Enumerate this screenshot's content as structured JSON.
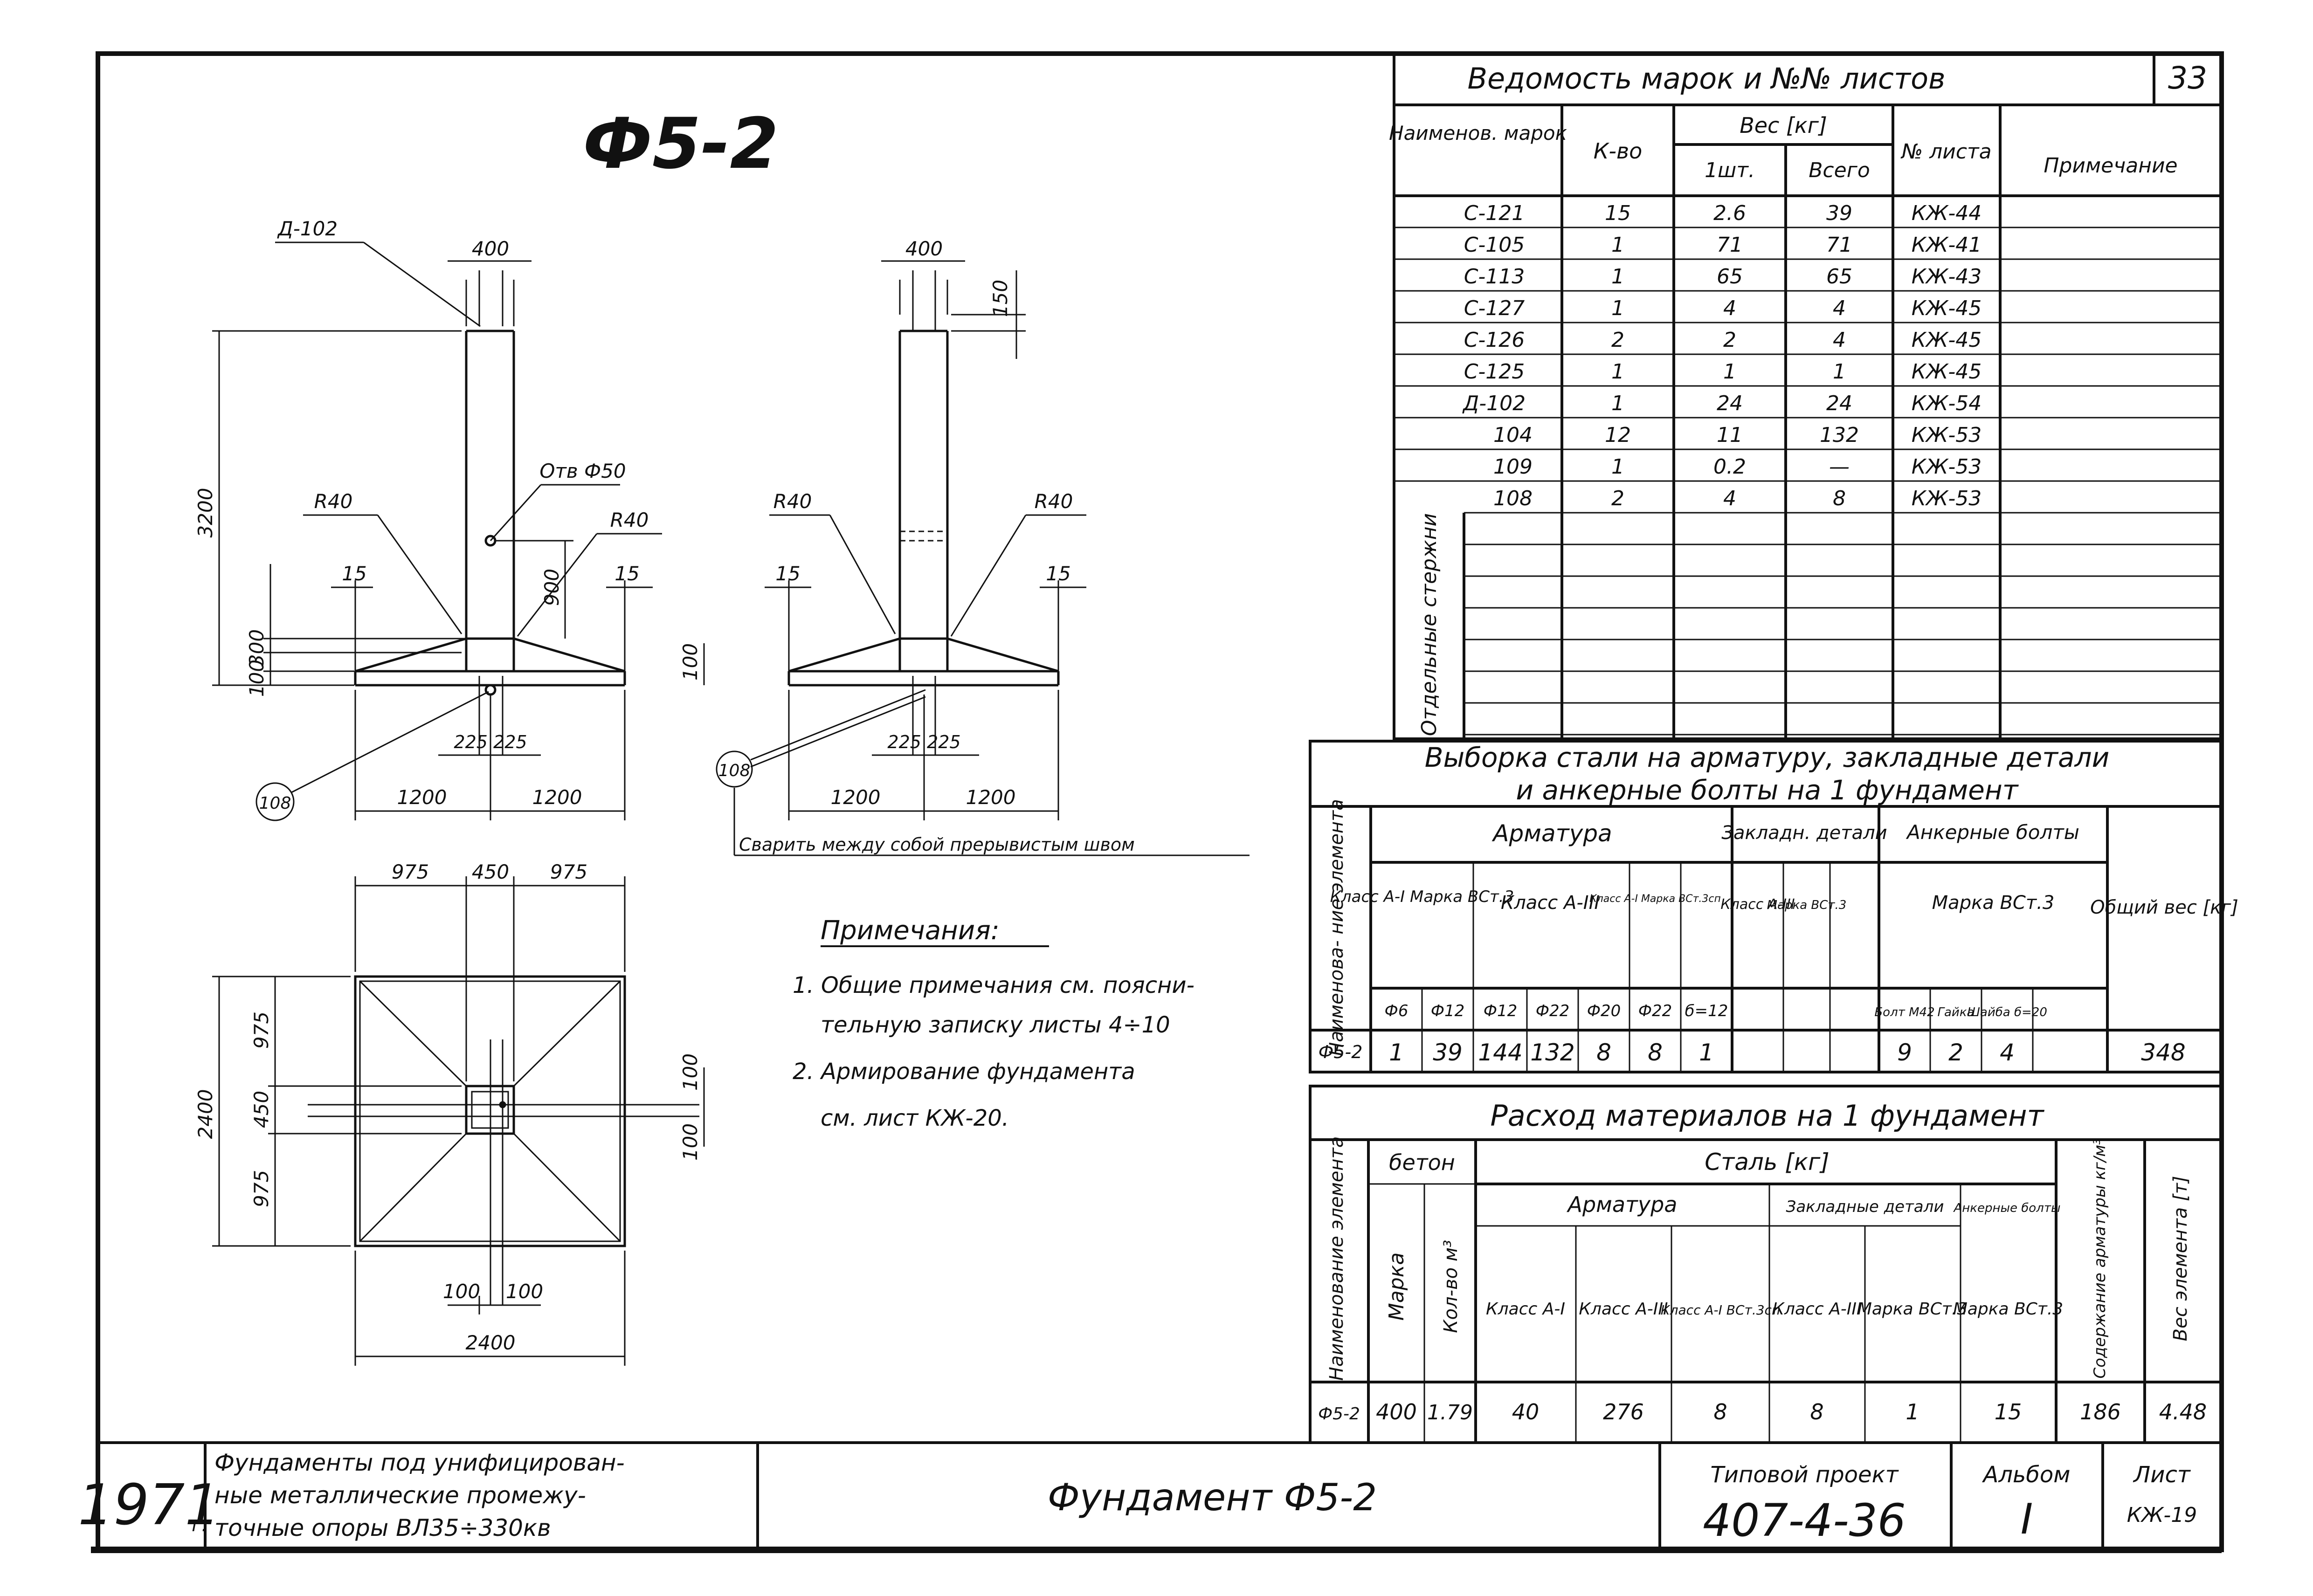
{
  "sheet_number": "33",
  "mark": "Ф5-2",
  "drawing": {
    "dim_d102": "Д-102",
    "dim_400_left": "400",
    "dim_400_right": "400",
    "dim_150": "150",
    "dim_3200": "3200",
    "dim_900": "900",
    "dim_300": "300",
    "dim_100_left": "100",
    "dim_100_side_left": "100",
    "dim_100_side_right": "100",
    "hole_label": "Отв Ф50",
    "r40_1": "R40",
    "r40_2": "R40",
    "r40_3": "R40",
    "r40_4": "R40",
    "dim_15_1": "15",
    "dim_15_2": "15",
    "dim_15_3": "15",
    "dim_15_4": "15",
    "dim_225_left": "225 225",
    "dim_225_right": "225 225",
    "dim_1200_1": "1200",
    "dim_1200_2": "1200",
    "dim_1200_3": "1200",
    "dim_1200_4": "1200",
    "callout_108_left": "108",
    "callout_108_right": "108",
    "weld_note": "Сварить между собой прерывистым швом",
    "plan_975_left": "975",
    "plan_450_top": "450",
    "plan_975_right": "975",
    "plan_975_v_top": "975",
    "plan_450_v": "450",
    "plan_975_v_bottom": "975",
    "plan_2400_v": "2400",
    "plan_2400_h": "2400",
    "plan_100_left": "100",
    "plan_100_right": "100",
    "plan_100_v_top": "100",
    "plan_100_v_bottom": "100"
  },
  "notes": {
    "title": "Примечания:",
    "line1": "1. Общие примечания см. поясни-",
    "line2": "тельную записку листы 4÷10",
    "line3": "2. Армирование фундамента",
    "line4": "см. лист КЖ-20."
  },
  "marks_table": {
    "title": "Ведомость марок и №№ листов",
    "headers": {
      "name": "Наименов. марок",
      "qty": "К-во",
      "weight": "Вес [кг]",
      "one": "1шт.",
      "total": "Всего",
      "sheet": "№ листа",
      "remark": "Примечание"
    },
    "side_label": "Отдельные стержни",
    "rows": [
      {
        "name": "С-121",
        "qty": "15",
        "one": "2.6",
        "total": "39",
        "sheet": "КЖ-44"
      },
      {
        "name": "С-105",
        "qty": "1",
        "one": "71",
        "total": "71",
        "sheet": "КЖ-41"
      },
      {
        "name": "С-113",
        "qty": "1",
        "one": "65",
        "total": "65",
        "sheet": "КЖ-43"
      },
      {
        "name": "С-127",
        "qty": "1",
        "one": "4",
        "total": "4",
        "sheet": "КЖ-45"
      },
      {
        "name": "С-126",
        "qty": "2",
        "one": "2",
        "total": "4",
        "sheet": "КЖ-45"
      },
      {
        "name": "С-125",
        "qty": "1",
        "one": "1",
        "total": "1",
        "sheet": "КЖ-45"
      },
      {
        "name": "Д-102",
        "qty": "1",
        "one": "24",
        "total": "24",
        "sheet": "КЖ-54"
      },
      {
        "name": "104",
        "qty": "12",
        "one": "11",
        "total": "132",
        "sheet": "КЖ-53"
      },
      {
        "name": "109",
        "qty": "1",
        "one": "0.2",
        "total": "—",
        "sheet": "КЖ-53"
      },
      {
        "name": "108",
        "qty": "2",
        "one": "4",
        "total": "8",
        "sheet": "КЖ-53"
      }
    ]
  },
  "steel_table": {
    "title1": "Выборка стали на арматуру, закладные детали",
    "title2": "и анкерные болты на 1 фундамент",
    "side_label": "Наименова- ние элемента",
    "armatura": "Арматура",
    "embedded": "Закладн. детали",
    "anchor": "Анкерные болты",
    "total": "Общий вес [кг]",
    "class_a1": "Класс А-I Марка ВСт.3",
    "class_a3": "Класс А-III",
    "class_a1_3sp": "Класс А-I Марка ВСт.3сп",
    "class_a3_emb": "Класс А-III",
    "mark_vst3_emb": "Марка ВСт.3",
    "mark_vst3_anchor": "Марка ВСт.3",
    "sub": [
      "Ф6",
      "Ф12",
      "Ф12",
      "Ф22",
      "Ф20",
      "Ф22",
      "б=12",
      "Болт М42",
      "Гайка",
      "Шайба б=20"
    ],
    "row": {
      "name": "Ф5-2",
      "values": [
        "1",
        "39",
        "144",
        "132",
        "8",
        "8",
        "1",
        "9",
        "2",
        "4"
      ],
      "total": "348"
    }
  },
  "material_table": {
    "title": "Расход материалов на 1 фундамент",
    "side_label": "Наименование элемента",
    "concrete": "бетон",
    "steel": "Сталь [кг]",
    "armatura": "Арматура",
    "embedded": "Закладные детали",
    "anchor": "Анкерные болты",
    "mark": "Марка",
    "volume": "Кол-во м³",
    "cols": [
      "Класс А-I",
      "Класс А-III",
      "Класс А-I ВСт.3сп",
      "Класс А-III",
      "Марка ВСт.3",
      "Марка ВСт.3"
    ],
    "content": "Содержание арматуры кг/м³",
    "weight": "Вес элемента [т]",
    "row": {
      "name": "Ф5-2",
      "mark": "400",
      "volume": "1.79",
      "values": [
        "40",
        "276",
        "8",
        "8",
        "1",
        "15"
      ],
      "content": "186",
      "weight": "4.48"
    }
  },
  "title_block": {
    "year": "1971",
    "year_suffix": "г.",
    "desc1": "Фундаменты под унифицирован-",
    "desc2": "ные металлические промежу-",
    "desc3": "точные опоры ВЛ35÷330кв",
    "name": "Фундамент Ф5-2",
    "project_label": "Типовой проект",
    "project_number": "407-4-36",
    "album_label": "Альбом",
    "album_number": "I",
    "sheet_label": "Лист",
    "sheet_number": "КЖ-19"
  }
}
